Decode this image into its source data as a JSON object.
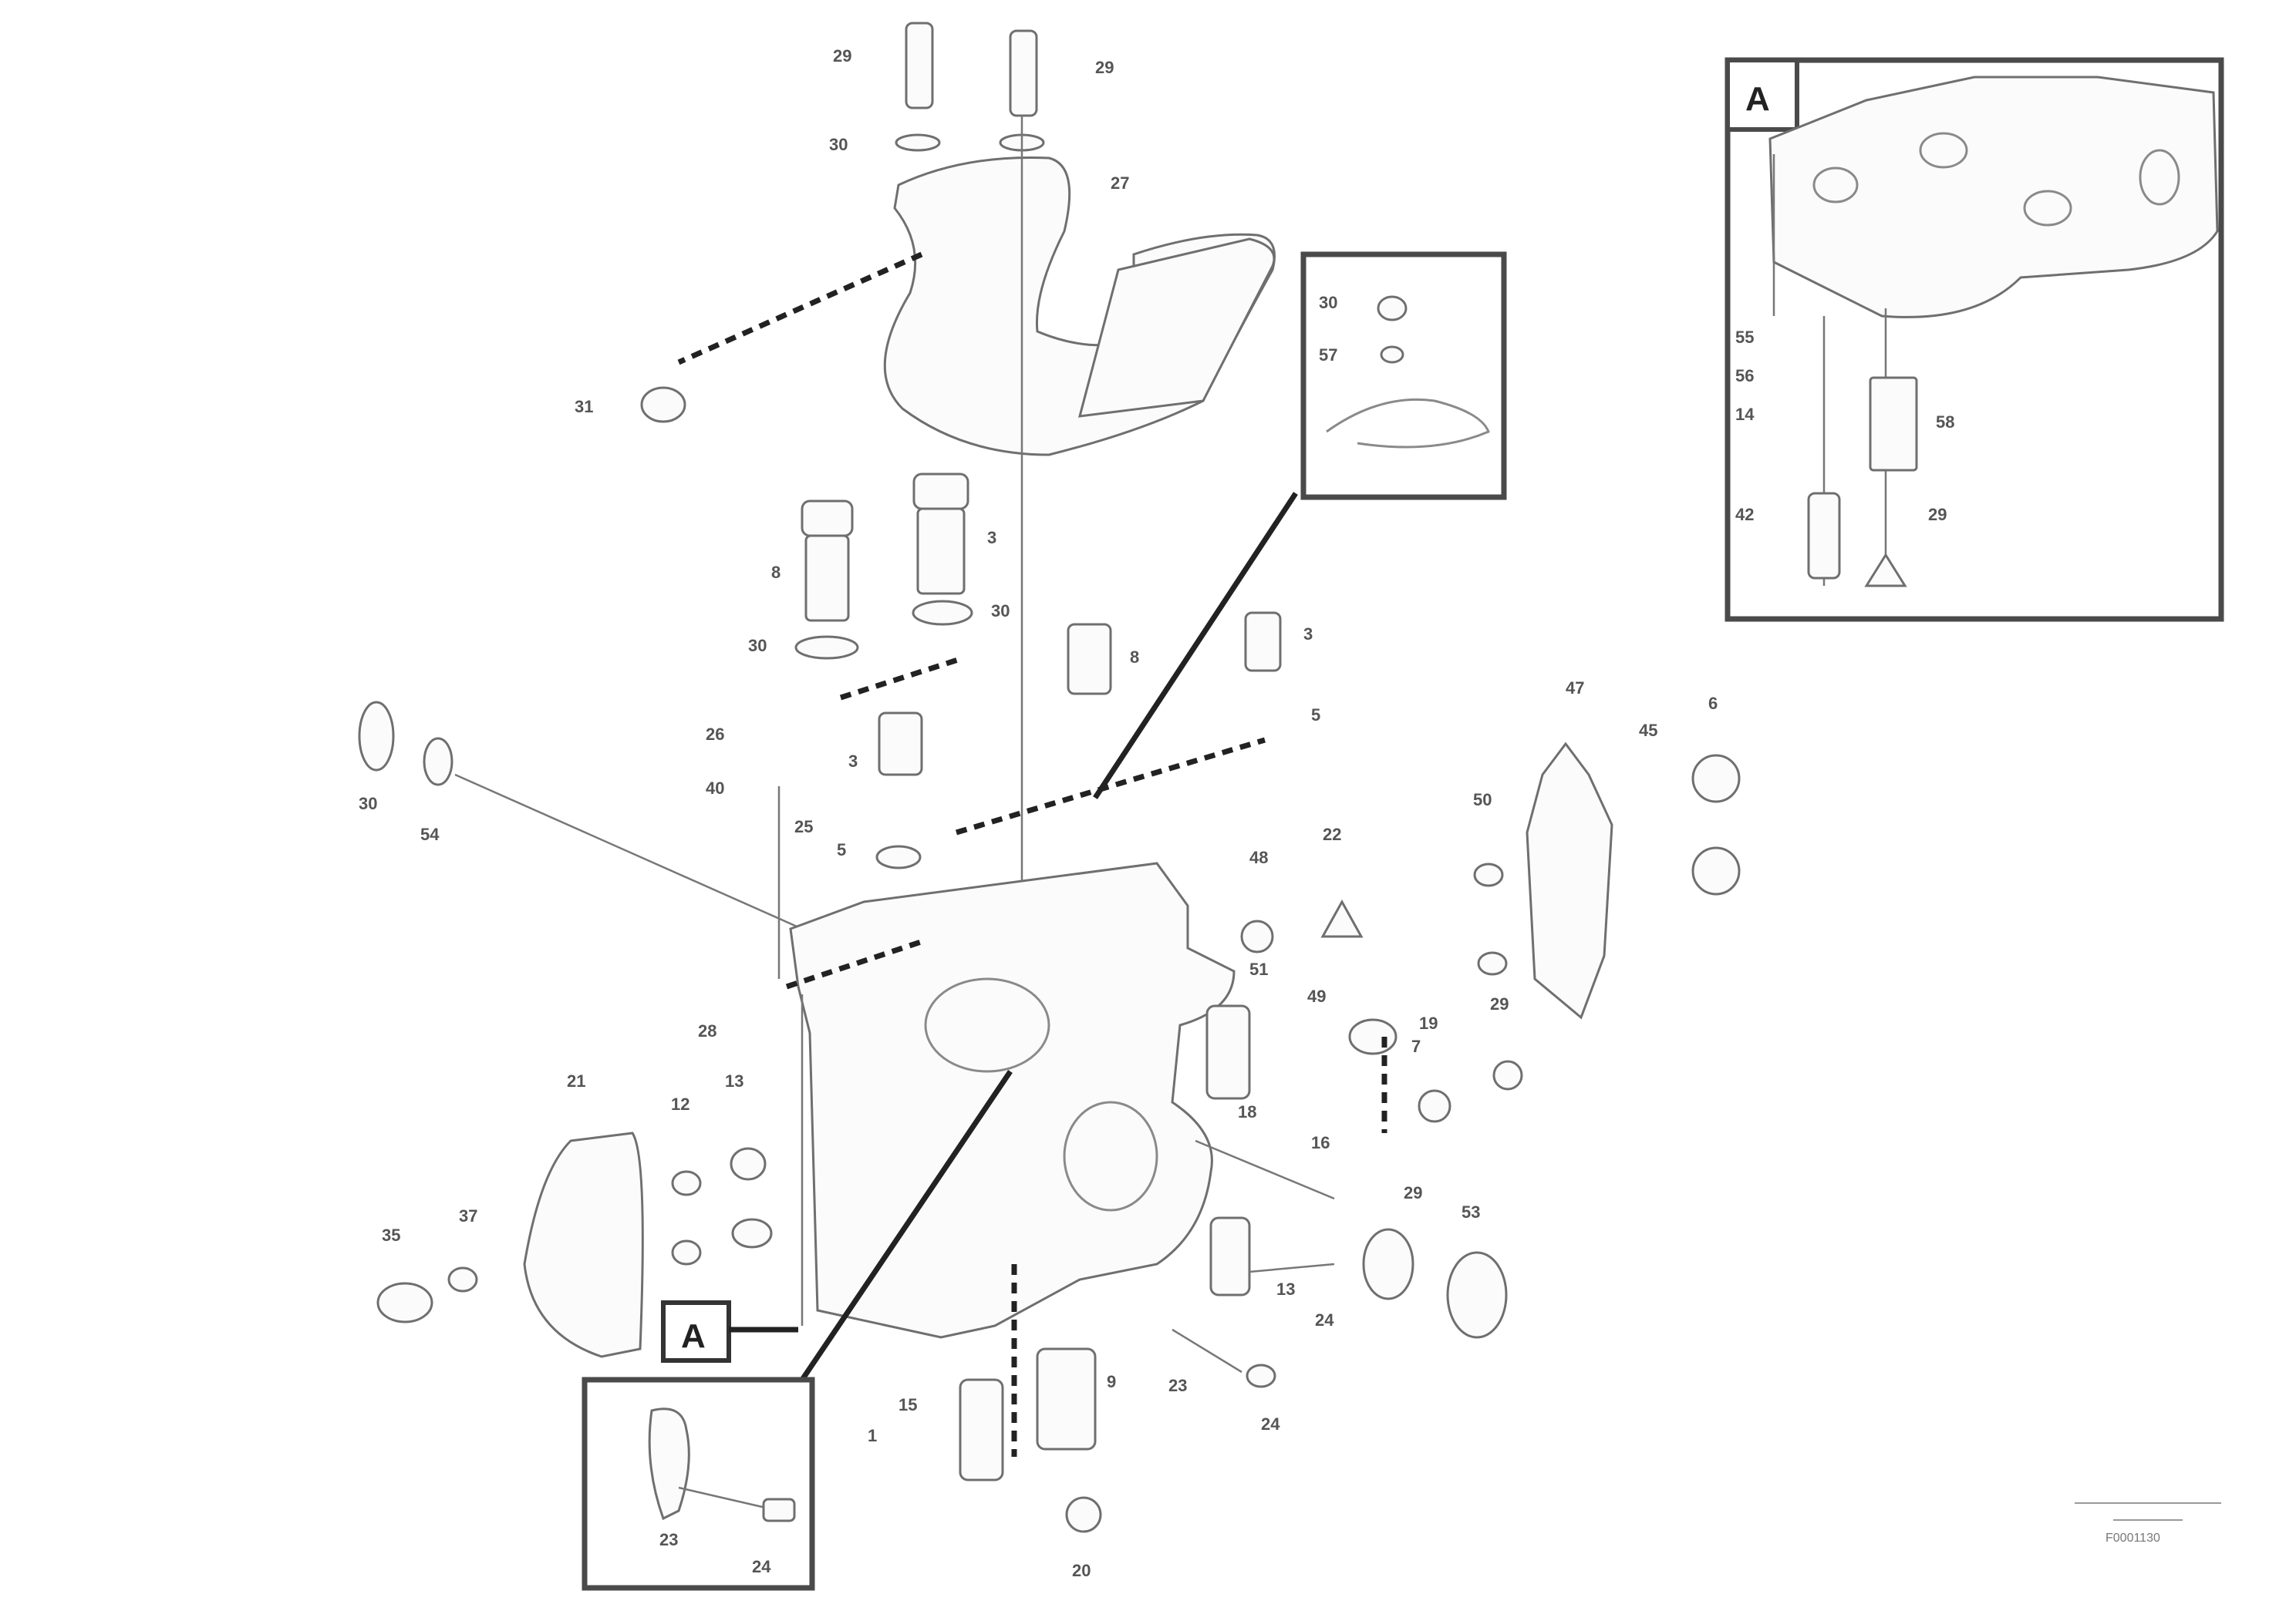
{
  "diagram": {
    "detail_label": "A",
    "labels": [
      {
        "id": "l01",
        "text": "29"
      },
      {
        "id": "l02",
        "text": "29"
      },
      {
        "id": "l03",
        "text": "30"
      },
      {
        "id": "l04",
        "text": "27"
      },
      {
        "id": "l05",
        "text": "31"
      },
      {
        "id": "l06",
        "text": "8"
      },
      {
        "id": "l07",
        "text": "3"
      },
      {
        "id": "l08",
        "text": "30"
      },
      {
        "id": "l09",
        "text": "30"
      },
      {
        "id": "l10",
        "text": "8"
      },
      {
        "id": "l11",
        "text": "3"
      },
      {
        "id": "l12",
        "text": "5"
      },
      {
        "id": "l13",
        "text": "30"
      },
      {
        "id": "l14",
        "text": "54"
      },
      {
        "id": "l15",
        "text": "26"
      },
      {
        "id": "l16",
        "text": "40"
      },
      {
        "id": "l17",
        "text": "3"
      },
      {
        "id": "l18",
        "text": "5"
      },
      {
        "id": "l19",
        "text": "25"
      },
      {
        "id": "l20",
        "text": "28"
      },
      {
        "id": "l21",
        "text": "21"
      },
      {
        "id": "l22",
        "text": "12"
      },
      {
        "id": "l23",
        "text": "13"
      },
      {
        "id": "l24",
        "text": "37"
      },
      {
        "id": "l25",
        "text": "35"
      },
      {
        "id": "l26",
        "text": "A"
      },
      {
        "id": "l27",
        "text": "23"
      },
      {
        "id": "l28",
        "text": "24"
      },
      {
        "id": "l29",
        "text": "1"
      },
      {
        "id": "l30",
        "text": "15"
      },
      {
        "id": "l31",
        "text": "9"
      },
      {
        "id": "l32",
        "text": "20"
      },
      {
        "id": "l33",
        "text": "23"
      },
      {
        "id": "l34",
        "text": "24"
      },
      {
        "id": "l35",
        "text": "13"
      },
      {
        "id": "l36",
        "text": "24"
      },
      {
        "id": "l37",
        "text": "18"
      },
      {
        "id": "l38",
        "text": "51"
      },
      {
        "id": "l39",
        "text": "48"
      },
      {
        "id": "l40",
        "text": "22"
      },
      {
        "id": "l41",
        "text": "49"
      },
      {
        "id": "l42",
        "text": "19"
      },
      {
        "id": "l43",
        "text": "16"
      },
      {
        "id": "l44",
        "text": "29"
      },
      {
        "id": "l45",
        "text": "53"
      },
      {
        "id": "l46",
        "text": "7"
      },
      {
        "id": "l47",
        "text": "47"
      },
      {
        "id": "l48",
        "text": "45"
      },
      {
        "id": "l49",
        "text": "6"
      },
      {
        "id": "l50",
        "text": "50"
      },
      {
        "id": "l51",
        "text": "29"
      },
      {
        "id": "l52",
        "text": "30"
      },
      {
        "id": "l53",
        "text": "57"
      },
      {
        "id": "l54",
        "text": "55"
      },
      {
        "id": "l55",
        "text": "56"
      },
      {
        "id": "l56",
        "text": "14"
      },
      {
        "id": "l57",
        "text": "58"
      },
      {
        "id": "l58",
        "text": "42"
      },
      {
        "id": "l59",
        "text": "29"
      }
    ],
    "footer_code": "F0001130"
  }
}
